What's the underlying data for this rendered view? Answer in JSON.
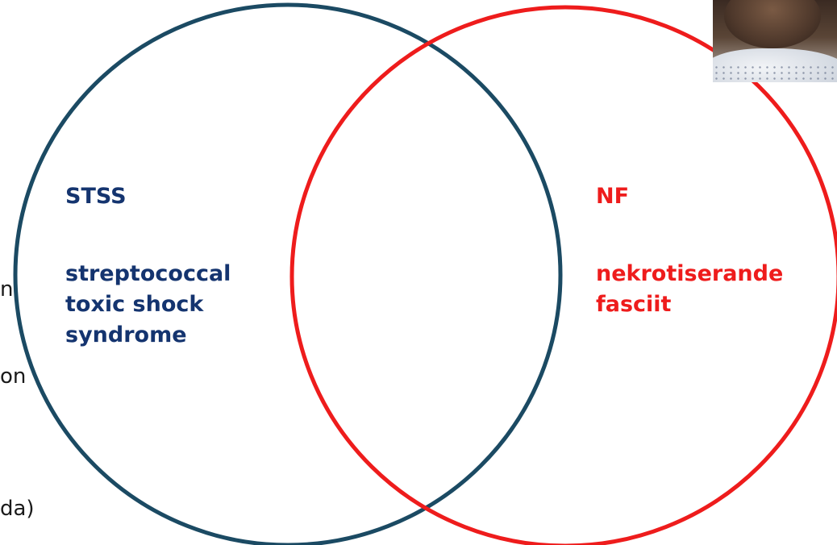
{
  "colors": {
    "stss_circle": "#1b4a63",
    "stss_text": "#14346f",
    "nf": "#ee1c1c"
  },
  "left_fragments": [
    "n",
    "on",
    "da)"
  ],
  "stss": {
    "abbr": "STSS",
    "full_lines": [
      "streptococcal",
      "toxic shock",
      "syndrome"
    ]
  },
  "nf": {
    "abbr": "NF",
    "full_lines": [
      "nekrotiserande",
      "fasciit"
    ]
  }
}
